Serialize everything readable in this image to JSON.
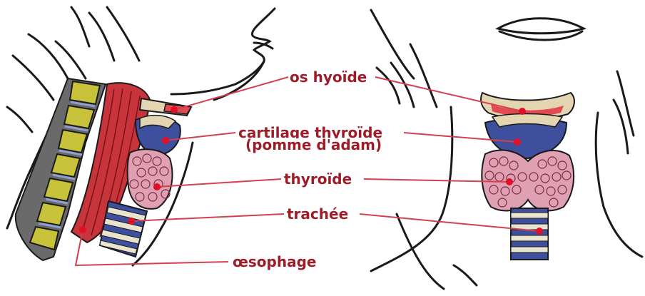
{
  "labels": {
    "os_hyoide": "os hyoïde",
    "cartilage_thyroide": "cartilage thyroïde",
    "pomme_adam": "(pomme d'adam)",
    "thyroide": "thyroïde",
    "trachee": "trachée",
    "oesophage": "œsophage"
  },
  "colors": {
    "label_text": "#9e1c28",
    "leader_line": "#d2404e",
    "marker_dot": "#e0102a",
    "outline": "#1a1a1a",
    "vertebra": "#c8c23a",
    "muscle": "#c8343c",
    "cartilage": "#3e4f9e",
    "thyroid_gland": "#e0a0b4",
    "hyoid_bone": "#e4d5b2",
    "trachea_ring": "#e8e4d0"
  }
}
